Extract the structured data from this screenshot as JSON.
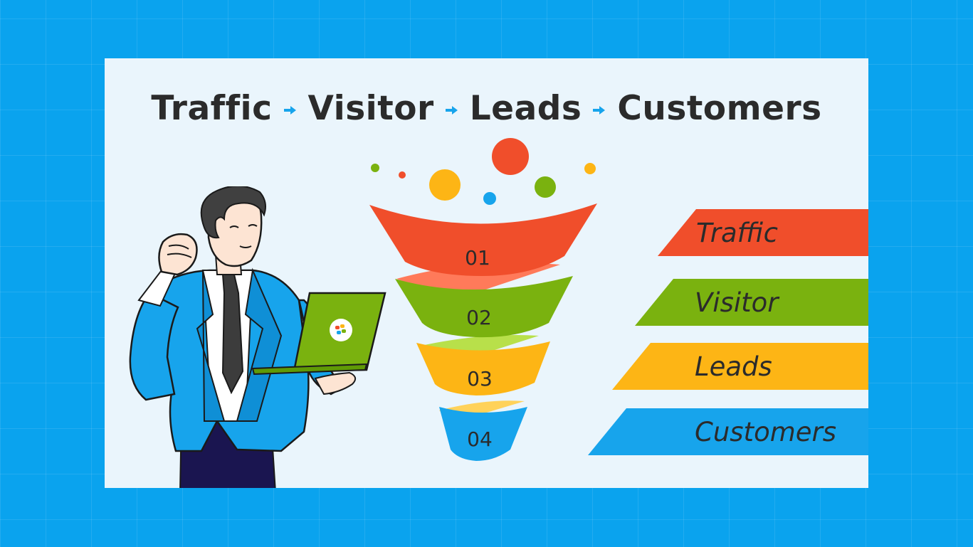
{
  "headline": {
    "words": [
      "Traffic",
      "Visitor",
      "Leads",
      "Customers"
    ]
  },
  "funnel": {
    "stages": [
      {
        "number": "01",
        "color": "#f04e2b"
      },
      {
        "number": "02",
        "color": "#7ab20f"
      },
      {
        "number": "03",
        "color": "#fdb515"
      },
      {
        "number": "04",
        "color": "#17a4ec"
      }
    ]
  },
  "legend": [
    "Traffic",
    "Visitor",
    "Leads",
    "Customers"
  ],
  "colors": {
    "background": "#0aa3ee",
    "card": "#eaf5fc",
    "text": "#2b2b2b",
    "arrow": "#17a4ec"
  },
  "icons": [
    "arrow-right-icon",
    "funnel-dots-icon",
    "laptop-logo-icon"
  ]
}
